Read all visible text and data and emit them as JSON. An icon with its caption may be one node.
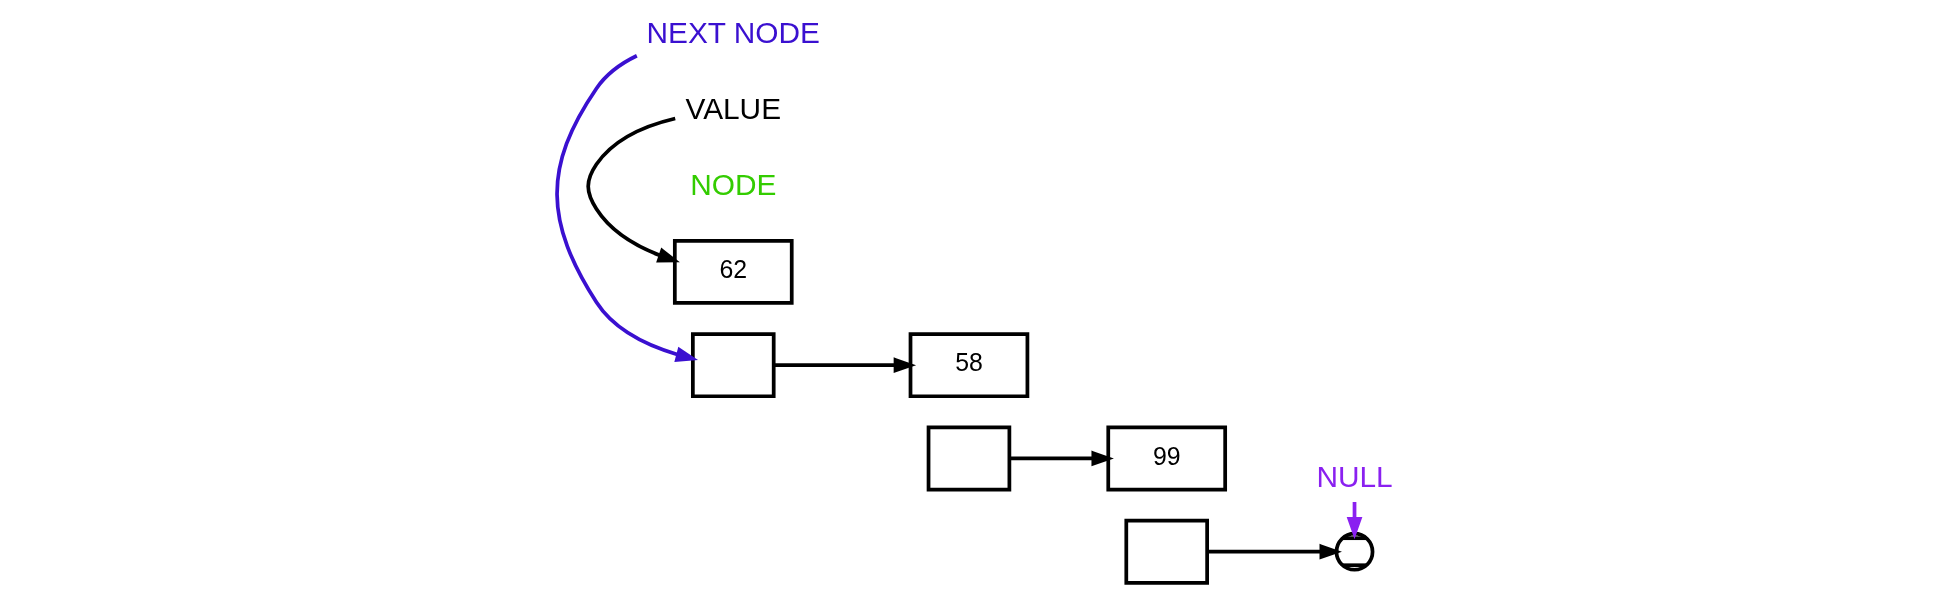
{
  "diagram": {
    "nodes": [
      {
        "text": [
          "62"
        ]
      },
      {
        "text": [],
        "shape": "box"
      },
      {
        "text": [
          "58"
        ]
      },
      {
        "text": [],
        "shape": "box"
      },
      {
        "text": [
          "99"
        ]
      },
      {
        "text": [],
        "shape": "box"
      },
      {
        "text": [],
        "shape": "circle"
      },
      {
        "text": [
          "VALUE"
        ]
      },
      {
        "text": [
          "NEXT NODE"
        ]
      },
      {
        "text": [
          "NULL"
        ]
      }
    ],
    "edges": [
      {
        "from": 1,
        "to": 2,
        "arrow": "to"
      },
      {
        "from": 3,
        "to": 4,
        "arrow": "to"
      },
      {
        "from": 5,
        "to": 6,
        "arrow": "to"
      },
      {
        "from": 7,
        "to": 0,
        "arrow": "to"
      },
      {
        "from": 8,
        "to": 1,
        "arrow": "to",
        "color": "#3a10d0"
      },
      {
        "from": 9,
        "to": 6,
        "arrow": "to",
        "color": "#8a20f0"
      }
    ],
    "labels": [
      "NODE"
    ]
  }
}
